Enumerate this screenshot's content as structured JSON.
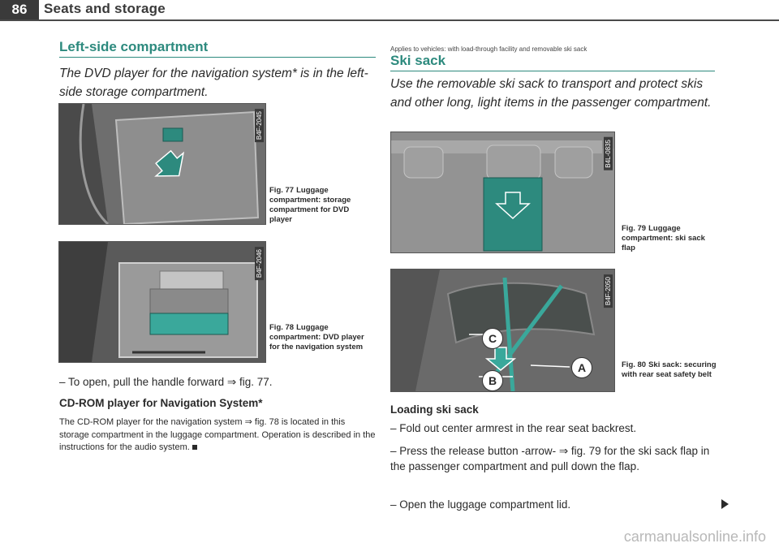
{
  "header": {
    "page_number": "86",
    "title": "Seats and storage"
  },
  "left": {
    "heading": "Left-side compartment",
    "lead": "The DVD player for the navigation system* is in the left-side storage compartment.",
    "fig77": {
      "code": "B4F-2045",
      "number": "Fig. 77",
      "caption": "Luggage compartment: storage compartment for DVD player"
    },
    "fig78": {
      "code": "B4F-2046",
      "number": "Fig. 78",
      "caption": "Luggage compartment: DVD player for the navigation system"
    },
    "step": "– To open, pull the handle forward ⇒ fig. 77.",
    "subheading": "CD-ROM player for Navigation System*",
    "body": "The CD-ROM player for the navigation system ⇒ fig. 78 is located in this storage compartment in the luggage compartment. Operation is described in the instructions for the audio system."
  },
  "right": {
    "applies": "Applies to vehicles: with load-through facility and removable ski sack",
    "heading": "Ski sack",
    "lead": "Use the removable ski sack to transport and protect skis and other long, light items in the passenger compartment.",
    "fig79": {
      "code": "B4L-0835",
      "number": "Fig. 79",
      "caption": "Luggage compartment: ski sack flap"
    },
    "fig80": {
      "code": "B4F-2050",
      "number": "Fig. 80",
      "caption": "Ski sack: securing with rear seat safety belt",
      "labels": [
        "C",
        "B",
        "A"
      ]
    },
    "subheading": "Loading ski sack",
    "steps": [
      "– Fold out center armrest in the rear seat backrest.",
      "– Press the release button -arrow- ⇒ fig. 79 for the ski sack flap in the passenger compartment and pull down the flap.",
      "– Open the luggage compartment lid."
    ]
  },
  "watermark": "carmanualsonline.info",
  "colors": {
    "accent": "#2d8a7e",
    "header_badge": "#3a3a3a",
    "strap": "#3aa89b"
  },
  "icons": {
    "end_mark": "square-end-icon",
    "continue": "triangle-right-icon"
  }
}
